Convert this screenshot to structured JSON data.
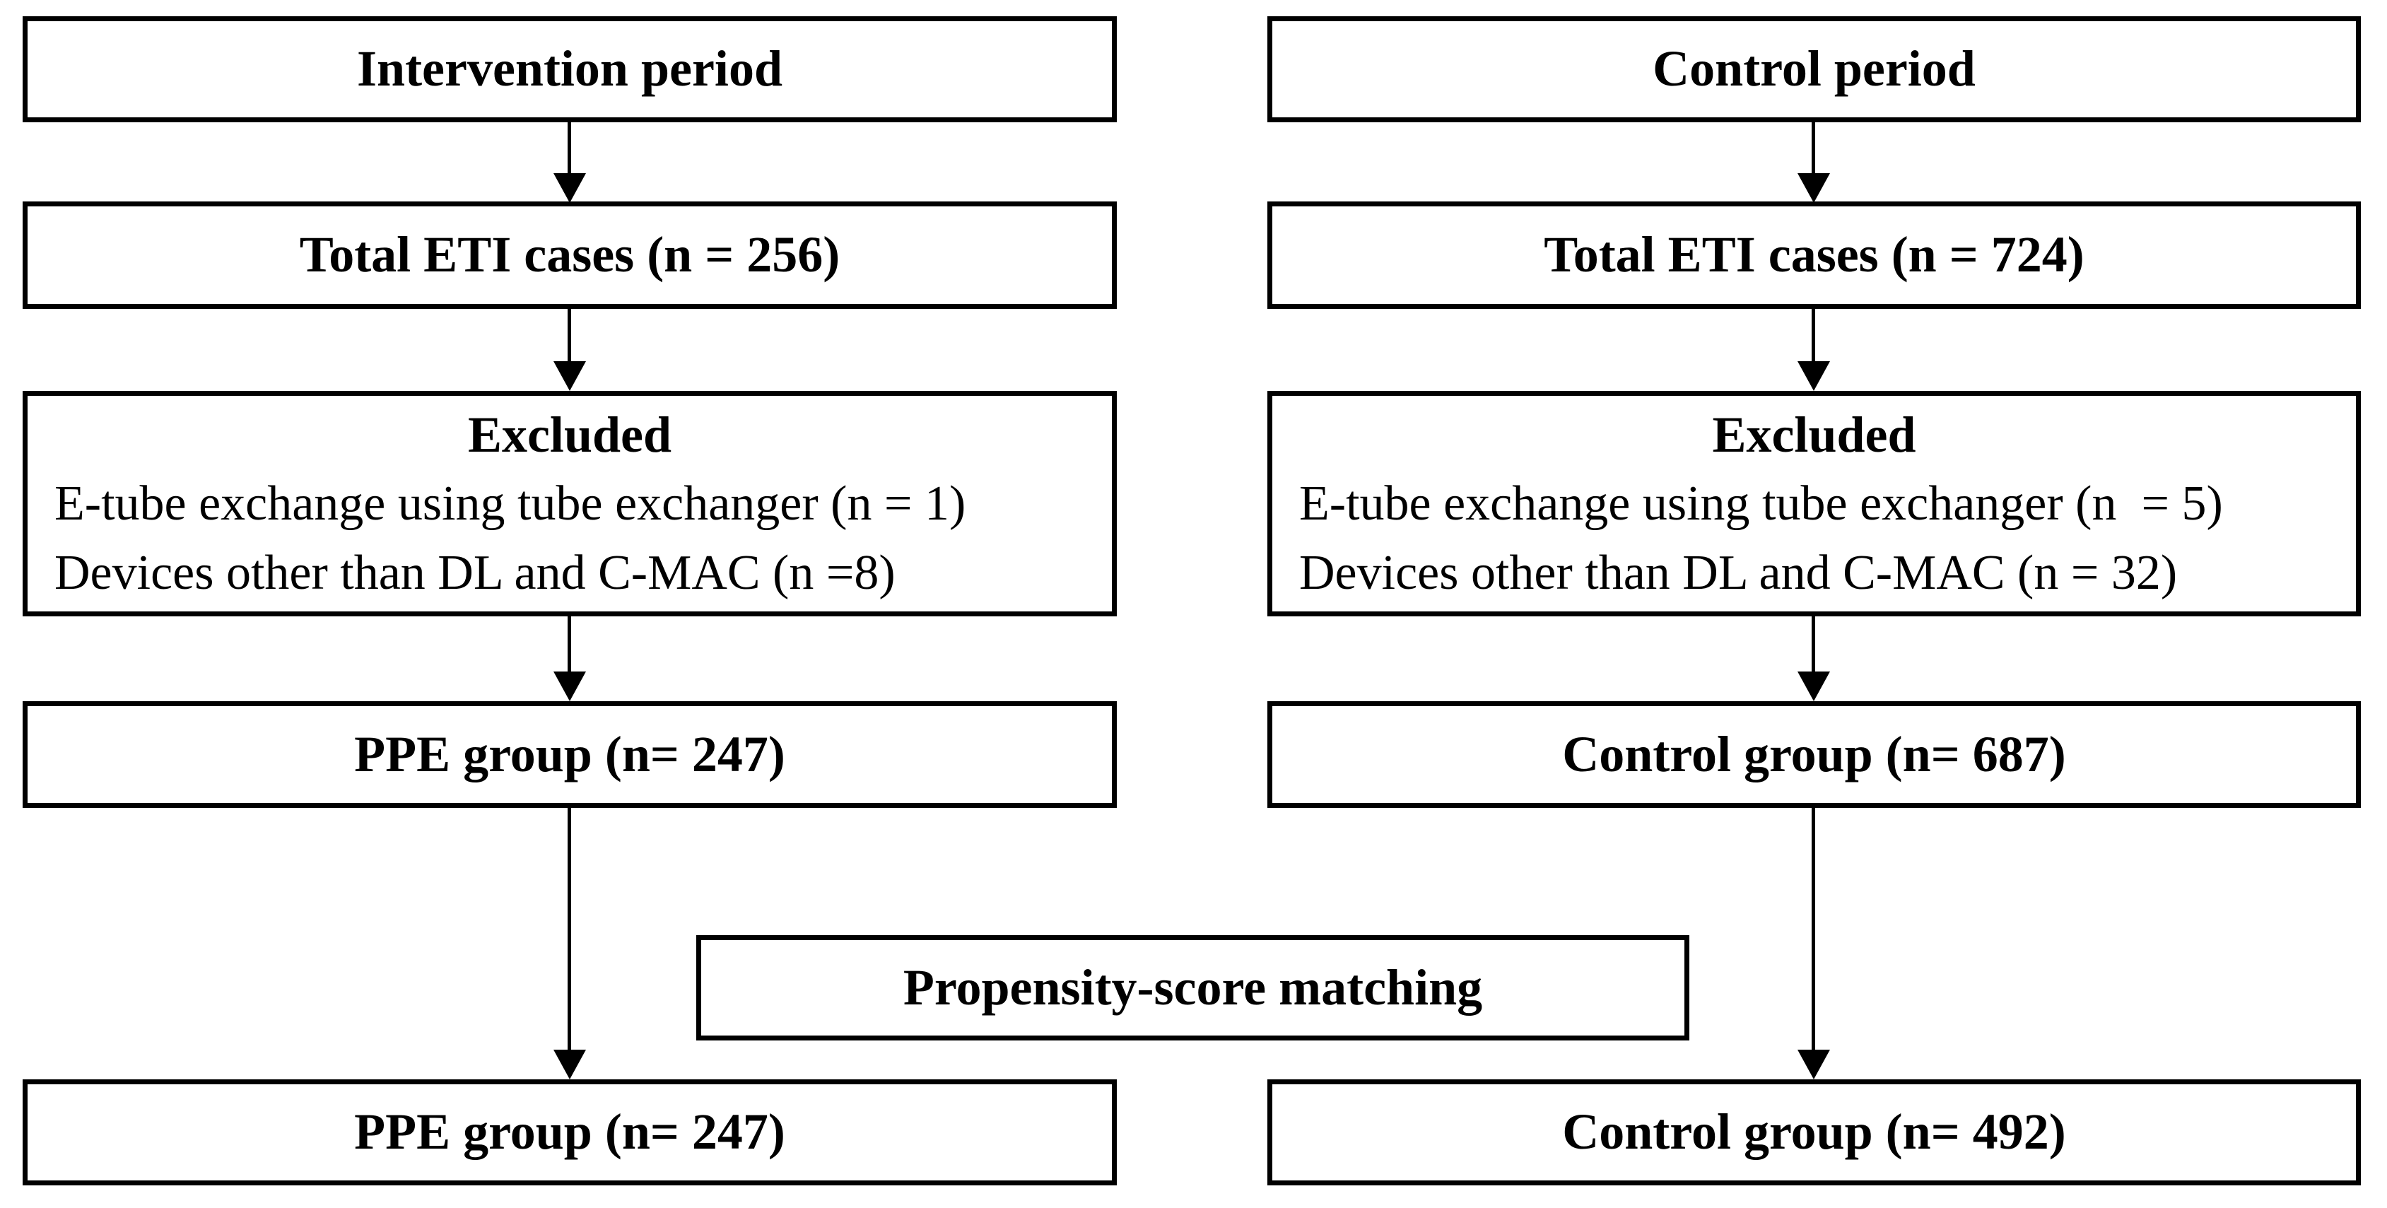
{
  "diagram": {
    "columns": {
      "intervention": {
        "period_label": "Intervention period",
        "total_label": "Total ETI cases (n = 256)",
        "excluded": {
          "title": "Excluded",
          "reasons": [
            "E-tube exchange using tube exchanger (n = 1)",
            "Devices other than DL and C-MAC (n =8)"
          ]
        },
        "group_label": "PPE group (n= 247)",
        "matched_group_label": "PPE group (n= 247)"
      },
      "control": {
        "period_label": "Control period",
        "total_label": "Total ETI cases (n = 724)",
        "excluded": {
          "title": "Excluded",
          "reasons": [
            "E-tube exchange using tube exchanger (n  = 5)",
            "Devices other than DL and C-MAC (n = 32)"
          ]
        },
        "group_label": "Control group (n= 687)",
        "matched_group_label": "Control group (n= 492)"
      }
    },
    "matching_label": "Propensity-score matching",
    "colors": {
      "line": "#000000",
      "box_background": "#ffffff",
      "text": "#000000"
    }
  }
}
